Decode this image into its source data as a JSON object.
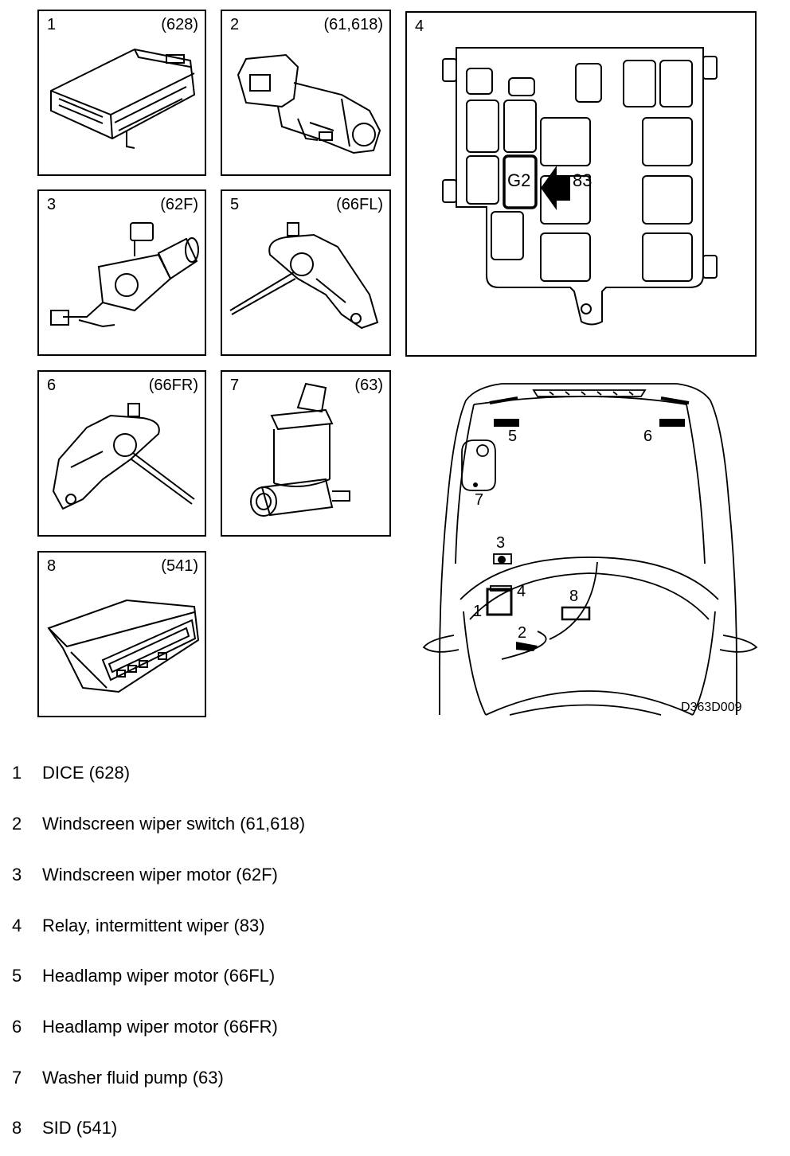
{
  "panels": [
    {
      "num": "1",
      "code": "(628)"
    },
    {
      "num": "2",
      "code": "(61,618)"
    },
    {
      "num": "3",
      "code": "(62F)"
    },
    {
      "num": "4",
      "code": ""
    },
    {
      "num": "5",
      "code": "(66FL)"
    },
    {
      "num": "6",
      "code": "(66FR)"
    },
    {
      "num": "7",
      "code": "(63)"
    },
    {
      "num": "8",
      "code": "(541)"
    }
  ],
  "relay_box": {
    "fuse_label": "G2",
    "relay_label": "83"
  },
  "car": {
    "markers": [
      "1",
      "2",
      "3",
      "4",
      "5",
      "6",
      "7",
      "8"
    ],
    "drawing_id": "D363D009"
  },
  "legend": [
    {
      "num": "1",
      "text": "DICE (628)"
    },
    {
      "num": "2",
      "text": "Windscreen wiper switch (61,618)"
    },
    {
      "num": "3",
      "text": "Windscreen wiper motor (62F)"
    },
    {
      "num": "4",
      "text": "Relay, intermittent wiper (83)"
    },
    {
      "num": "5",
      "text": "Headlamp wiper motor (66FL)"
    },
    {
      "num": "6",
      "text": "Headlamp wiper motor (66FR)"
    },
    {
      "num": "7",
      "text": "Washer fluid pump (63)"
    },
    {
      "num": "8",
      "text": "SID (541)"
    }
  ]
}
